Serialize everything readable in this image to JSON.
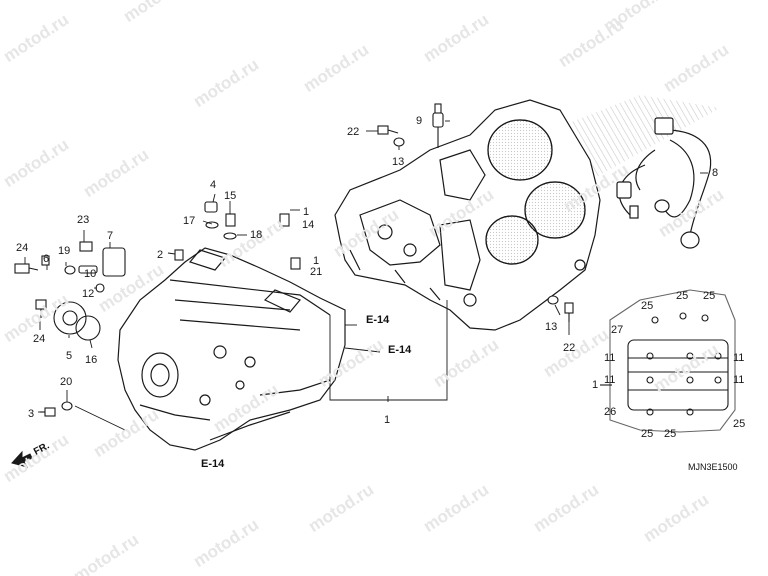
{
  "watermark": "motod.ru",
  "diagram_code": "MJN3E1500",
  "front_marker": "FR.",
  "references": [
    "E-14",
    "E-14",
    "E-14"
  ],
  "callouts": [
    "1",
    "1",
    "1",
    "1",
    "2",
    "3",
    "4",
    "5",
    "6",
    "7",
    "8",
    "9",
    "10",
    "11",
    "11",
    "11",
    "11",
    "12",
    "13",
    "13",
    "14",
    "15",
    "16",
    "17",
    "18",
    "19",
    "20",
    "21",
    "22",
    "22",
    "23",
    "24",
    "24",
    "25",
    "25",
    "25",
    "25",
    "25",
    "25",
    "26",
    "27"
  ],
  "colors": {
    "line": "#1a1a1a",
    "hatch": "#bdbdbd",
    "watermark": "#e6e6e6"
  }
}
